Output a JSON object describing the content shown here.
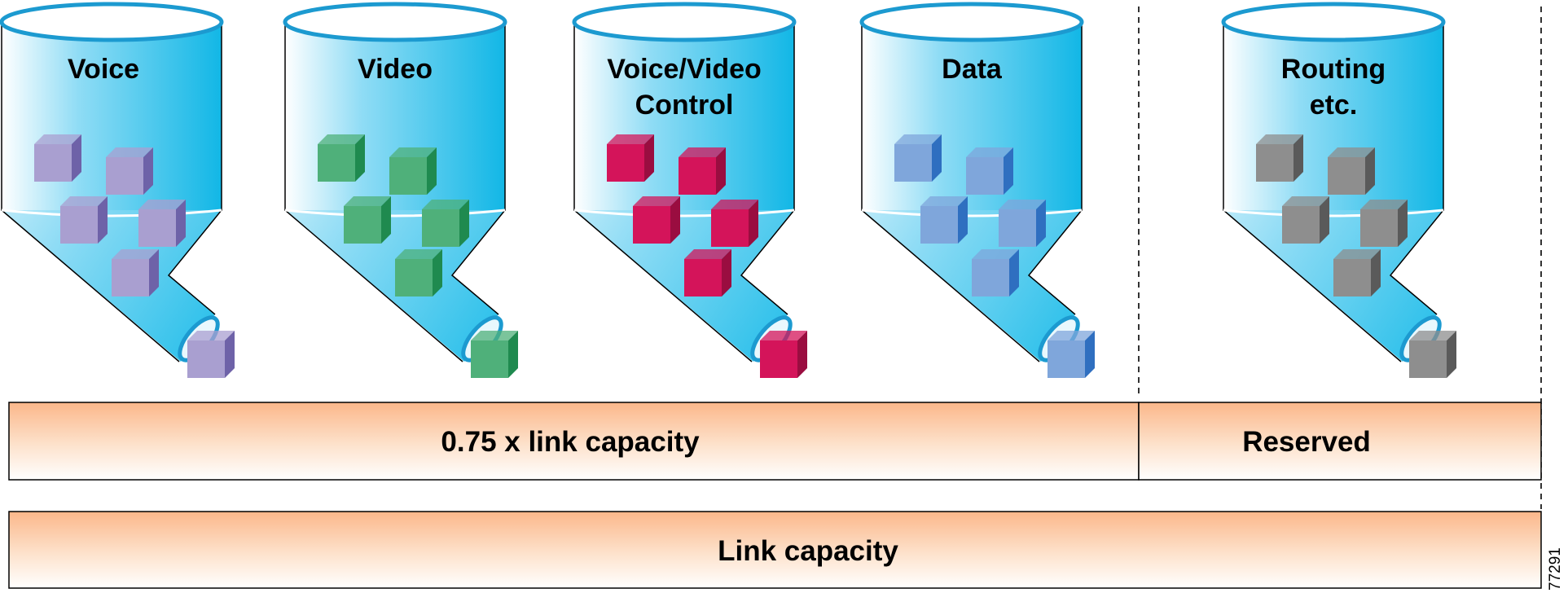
{
  "bins": [
    {
      "id": "voice",
      "label_lines": [
        "Voice"
      ],
      "cube_color": "#a99fd0",
      "cube_dark": "#6e62a8"
    },
    {
      "id": "video",
      "label_lines": [
        "Video"
      ],
      "cube_color": "#4fb07a",
      "cube_dark": "#1f8a4f"
    },
    {
      "id": "voice-video-control",
      "label_lines": [
        "Voice/Video",
        "Control"
      ],
      "cube_color": "#d4145a",
      "cube_dark": "#9a0d40"
    },
    {
      "id": "data",
      "label_lines": [
        "Data"
      ],
      "cube_color": "#7fa6db",
      "cube_dark": "#2f6fc0"
    },
    {
      "id": "routing",
      "label_lines": [
        "Routing",
        "etc."
      ],
      "cube_color": "#8e8e8e",
      "cube_dark": "#5a5a5a"
    }
  ],
  "bars": {
    "allocated_label": "0.75 x link capacity",
    "reserved_label": "Reserved",
    "link_label": "Link capacity"
  },
  "figure_id": "77291",
  "colors": {
    "bin_fill": "#1fbde9",
    "bin_rim": "#1c9ad0",
    "bar_fill": "#fbb78a"
  }
}
